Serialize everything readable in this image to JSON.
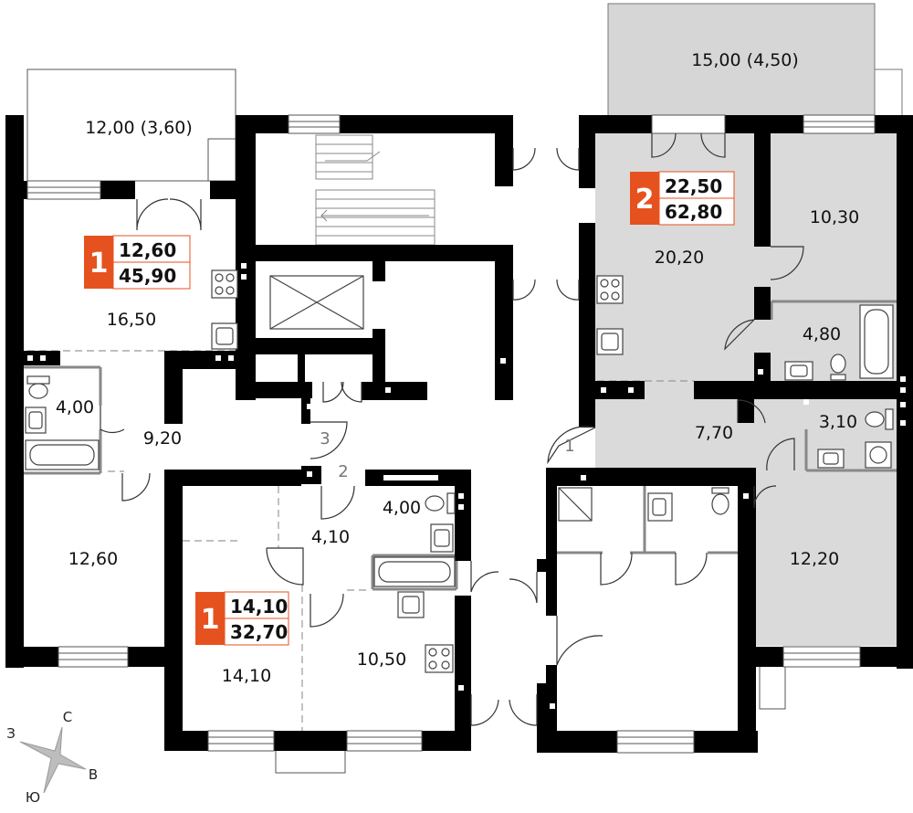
{
  "rooms": {
    "balcony_left": "12,00 (3,60)",
    "balcony_right": "15,00 (4,50)",
    "apt1_living": "16,50",
    "apt1_bath": "4,00",
    "apt1_hall": "9,20",
    "apt1_bedroom": "12,60",
    "apt2_living": "20,20",
    "apt2_bedroom_top": "10,30",
    "apt2_bath": "4,80",
    "apt2_hall": "7,70",
    "apt2_wc": "3,10",
    "apt2_bedroom_bottom": "12,20",
    "apt3_hall": "4,10",
    "apt3_bath": "4,00",
    "apt3_room": "14,10",
    "apt3_kitchen": "10,50"
  },
  "badges": {
    "apt1": {
      "rooms": "1",
      "area_living": "12,60",
      "area_total": "45,90"
    },
    "apt2": {
      "rooms": "2",
      "area_living": "22,50",
      "area_total": "62,80"
    },
    "apt3": {
      "rooms": "1",
      "area_living": "14,10",
      "area_total": "32,70"
    }
  },
  "entrances": {
    "e1": "1",
    "e2": "2",
    "e3": "3"
  },
  "compass": {
    "north": "С",
    "east": "В",
    "south": "Ю",
    "west": "З"
  },
  "colors": {
    "wall": "#000000",
    "badge": "#e6521f",
    "shaded_room": "#dadada",
    "balcony": "#d6d6d6"
  }
}
